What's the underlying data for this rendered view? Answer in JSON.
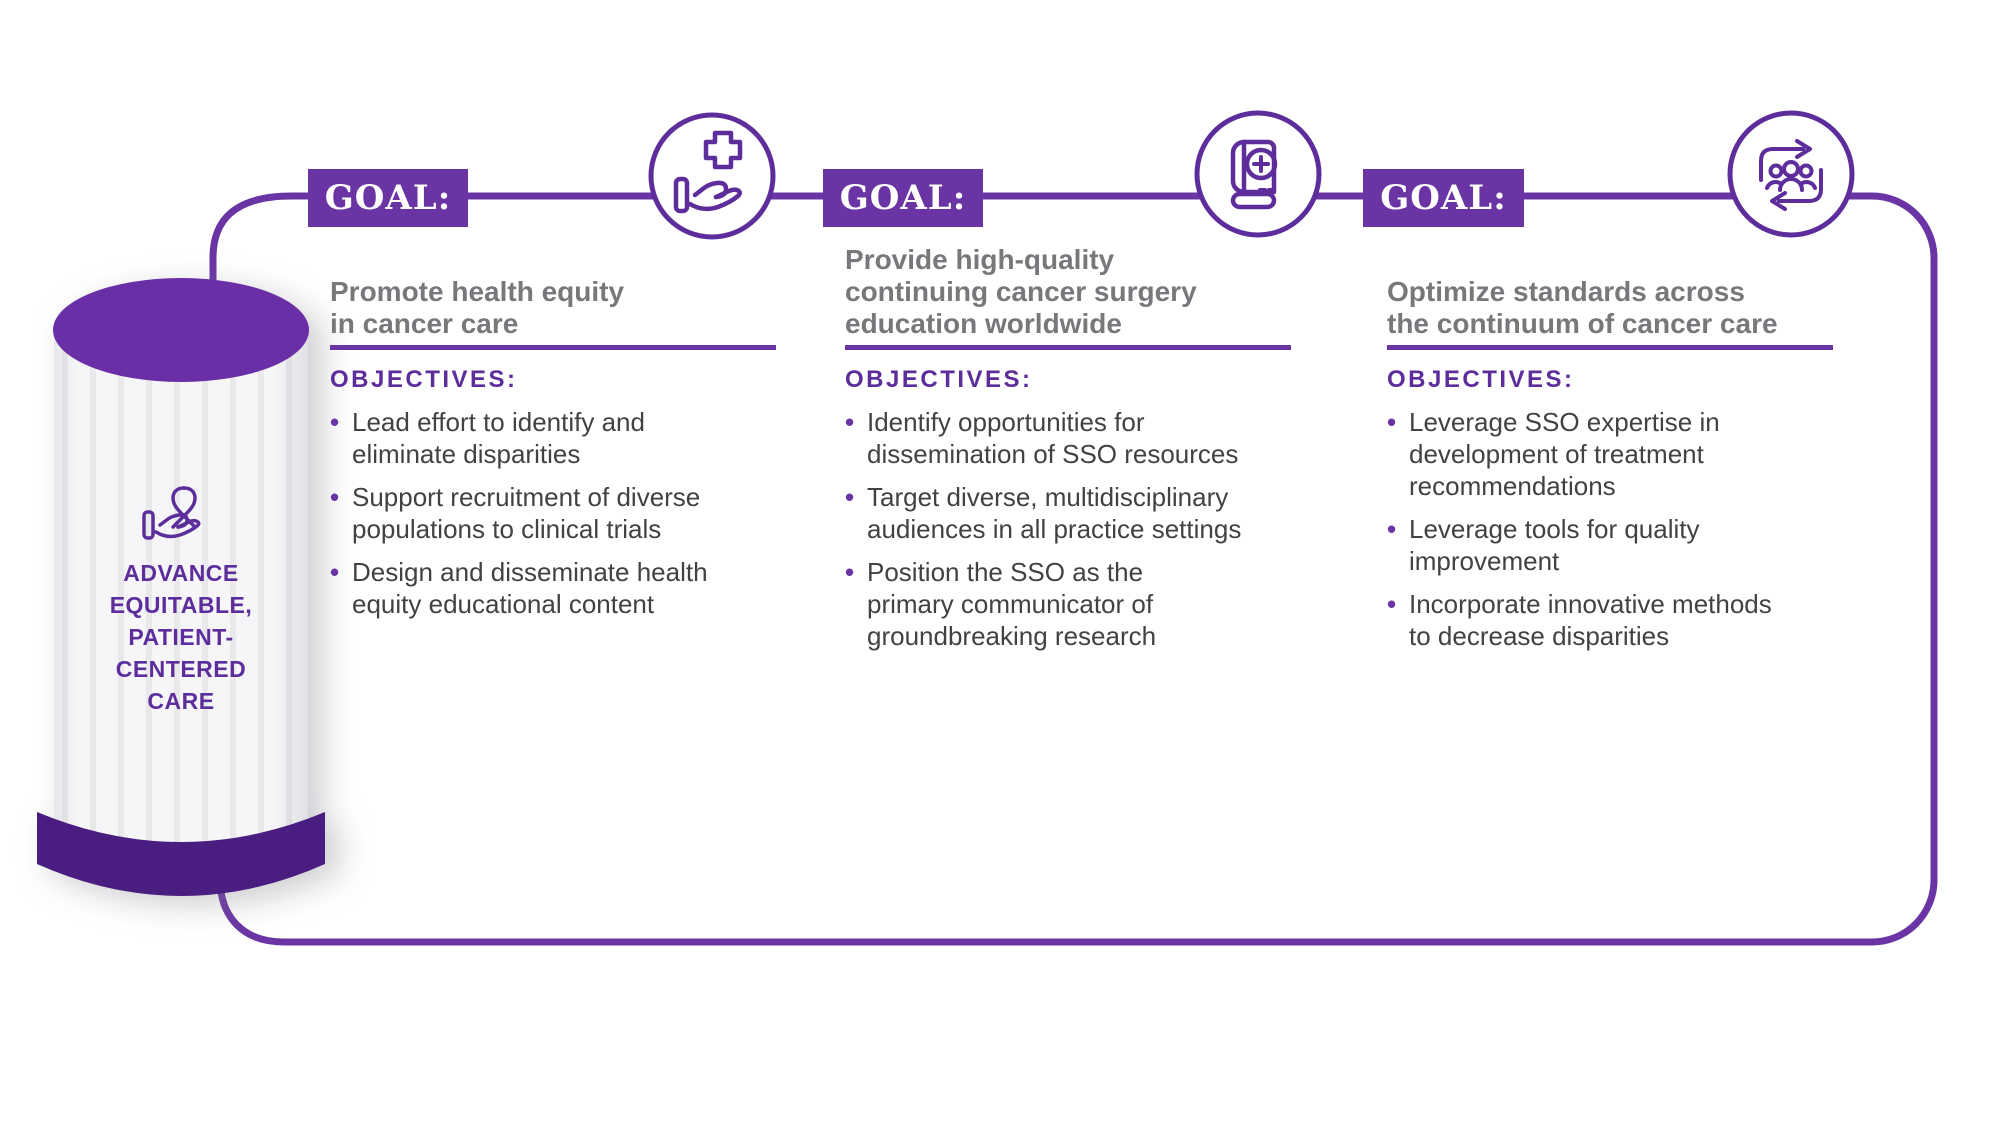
{
  "palette": {
    "accent_purple": "#6a34a4",
    "icon_purple": "#5e2d9c",
    "objectives_purple": "#5d2d9b",
    "pillar_top_purple": "#6a2fa6",
    "pillar_base_purple": "#4a1d80",
    "title_grey": "#77787b",
    "body_text": "#424144",
    "background": "#ffffff"
  },
  "glyphs": {
    "bullet": "•"
  },
  "pillar": {
    "icon": "ribbon-hand-icon",
    "label": "ADVANCE\nEQUITABLE,\nPATIENT-\nCENTERED\nCARE"
  },
  "columns": [
    {
      "goal_label": "GOAL:",
      "icon": "hand-cross-icon",
      "title": "Promote health equity\nin cancer care",
      "objectives_label": "OBJECTIVES:",
      "bullets": [
        "Lead effort to identify and\neliminate disparities",
        "Support recruitment of diverse\npopulations to clinical trials",
        "Design and disseminate health\nequity educational content"
      ]
    },
    {
      "goal_label": "GOAL:",
      "icon": "medical-book-icon",
      "title": "Provide high-quality\ncontinuing cancer surgery\neducation worldwide",
      "objectives_label": "OBJECTIVES:",
      "bullets": [
        "Identify opportunities for\ndissemination of SSO resources",
        "Target diverse, multidisciplinary\naudiences in all practice settings",
        "Position the SSO as the\nprimary communicator of\ngroundbreaking research"
      ]
    },
    {
      "goal_label": "GOAL:",
      "icon": "people-cycle-icon",
      "title": "Optimize standards across\nthe continuum of cancer care",
      "objectives_label": "OBJECTIVES:",
      "bullets": [
        "Leverage SSO expertise in\ndevelopment of treatment\nrecommendations",
        "Leverage tools for quality\nimprovement",
        "Incorporate innovative methods\nto decrease disparities"
      ]
    }
  ]
}
